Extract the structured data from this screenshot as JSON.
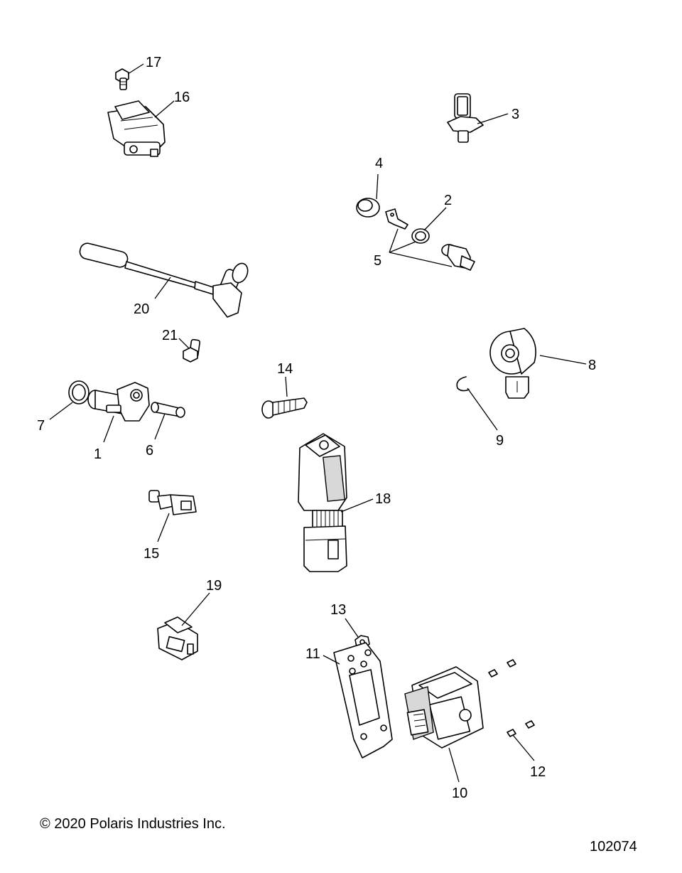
{
  "callouts": {
    "c1": "1",
    "c2": "2",
    "c3": "3",
    "c4": "4",
    "c5": "5",
    "c6": "6",
    "c7": "7",
    "c8": "8",
    "c9": "9",
    "c10": "10",
    "c11": "11",
    "c12": "12",
    "c13": "13",
    "c14": "14",
    "c15": "15",
    "c16": "16",
    "c17": "17",
    "c18": "18",
    "c19": "19",
    "c20": "20",
    "c21": "21"
  },
  "footer": {
    "copyright": "© 2020 Polaris Industries Inc.",
    "figure_number": "102074"
  }
}
